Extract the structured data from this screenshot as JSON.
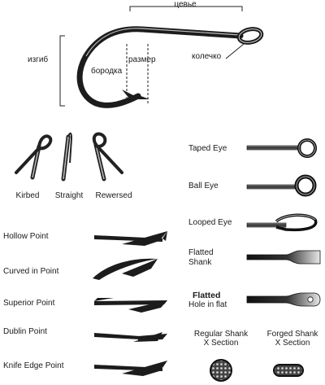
{
  "hook_anatomy": {
    "shank": "цевье",
    "bend": "изгиб",
    "gap": "размер",
    "eye": "колечко",
    "barb": "бородка"
  },
  "eye_angles": [
    "Kirbed",
    "Straight",
    "Rewersed"
  ],
  "points": [
    "Hollow Point",
    "Curved in Point",
    "Superior Point",
    "Dublin Point",
    "Knife Edge Point"
  ],
  "eyes": {
    "tapered": "Taped Eye",
    "ball": "Ball Eye",
    "looped": "Looped Eye",
    "flatted_shank_line1": "Flatted",
    "flatted_shank_line2": "Shank",
    "flatted_hole_line1": "Flatted",
    "flatted_hole_line2": "Hole in flat"
  },
  "sections": {
    "regular_line1": "Regular Shank",
    "regular_line2": "X Section",
    "forged_line1": "Forged Shank",
    "forged_line2": "X Section"
  }
}
